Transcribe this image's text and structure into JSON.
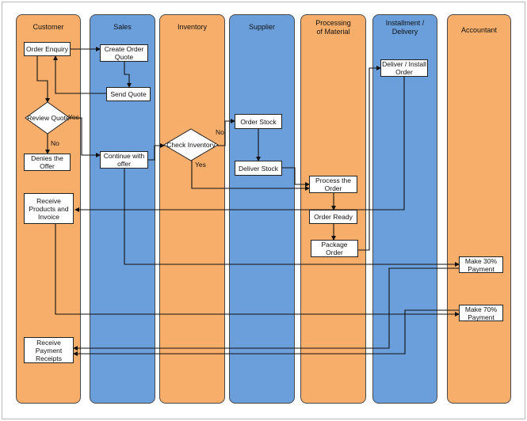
{
  "lanes": [
    {
      "title": "Customer",
      "color": "#f7ae6b"
    },
    {
      "title": "Sales",
      "color": "#6a9fdc"
    },
    {
      "title": "Inventory",
      "color": "#f7ae6b"
    },
    {
      "title": "Supplier",
      "color": "#6a9fdc"
    },
    {
      "title": "Processing of Material",
      "color": "#f7ae6b"
    },
    {
      "title": "Installment / Delivery",
      "color": "#6a9fdc"
    },
    {
      "title": "Accountant",
      "color": "#f7ae6b"
    }
  ],
  "nodes": {
    "order_enquiry": "Order Enquiry",
    "create_order_quote": "Create Order Quote",
    "send_quote": "Send Quote",
    "review_quote": "Review Quote",
    "denies_offer": "Denies the Offer",
    "continue_offer": "Continue with offer",
    "check_inventory": "Check Inventory",
    "order_stock": "Order Stock",
    "deliver_stock": "Deliver Stock",
    "process_order": "Process the Order",
    "order_ready": "Order Ready",
    "package_order": "Package Order",
    "deliver_install": "Deliver / Install Order",
    "receive_products": "Receive Products and Invoice",
    "make_30": "Make 30% Payment",
    "make_70": "Make 70% Payment",
    "receive_receipts": "Receive Payment Receipts"
  },
  "edge_labels": {
    "review_yes": "Yes",
    "review_no": "No",
    "inventory_no": "No",
    "inventory_yes": "Yes"
  }
}
